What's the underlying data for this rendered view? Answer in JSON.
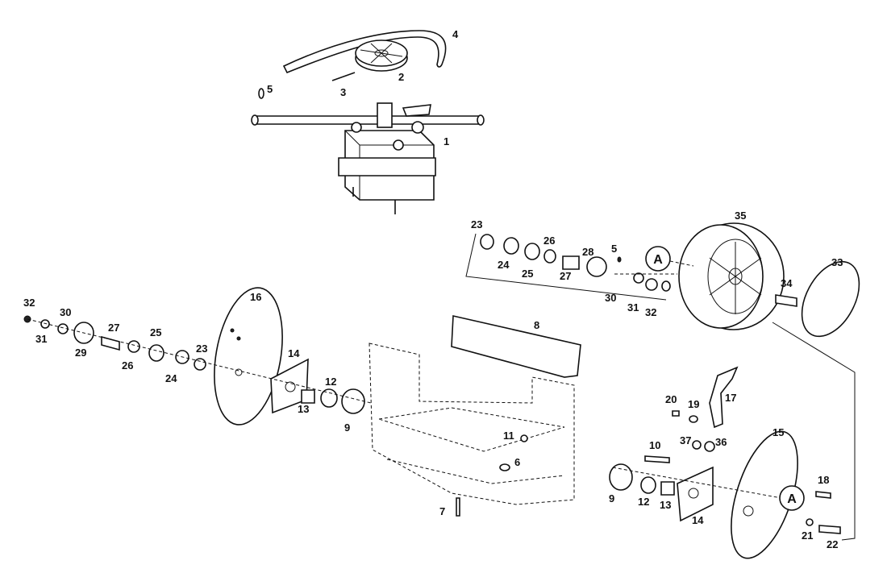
{
  "callouts": {
    "c1": "1",
    "c2": "2",
    "c3": "3",
    "c4": "4",
    "c5a": "5",
    "c5b": "5",
    "c6": "6",
    "c7": "7",
    "c8": "8",
    "c9a": "9",
    "c9b": "9",
    "c10": "10",
    "c11": "11",
    "c12a": "12",
    "c12b": "12",
    "c13a": "13",
    "c13b": "13",
    "c14a": "14",
    "c14b": "14",
    "c15": "15",
    "c16": "16",
    "c17": "17",
    "c18": "18",
    "c19": "19",
    "c20": "20",
    "c21": "21",
    "c22": "22",
    "c23a": "23",
    "c23b": "23",
    "c24a": "24",
    "c24b": "24",
    "c25a": "25",
    "c25b": "25",
    "c26a": "26",
    "c26b": "26",
    "c27a": "27",
    "c27b": "27",
    "c28": "28",
    "c29": "29",
    "c30a": "30",
    "c30b": "30",
    "c31a": "31",
    "c31b": "31",
    "c32a": "32",
    "c32b": "32",
    "c33": "33",
    "c34": "34",
    "c35": "35",
    "c36": "36",
    "c37": "37"
  },
  "connectors": {
    "a1": "A",
    "a2": "A"
  }
}
